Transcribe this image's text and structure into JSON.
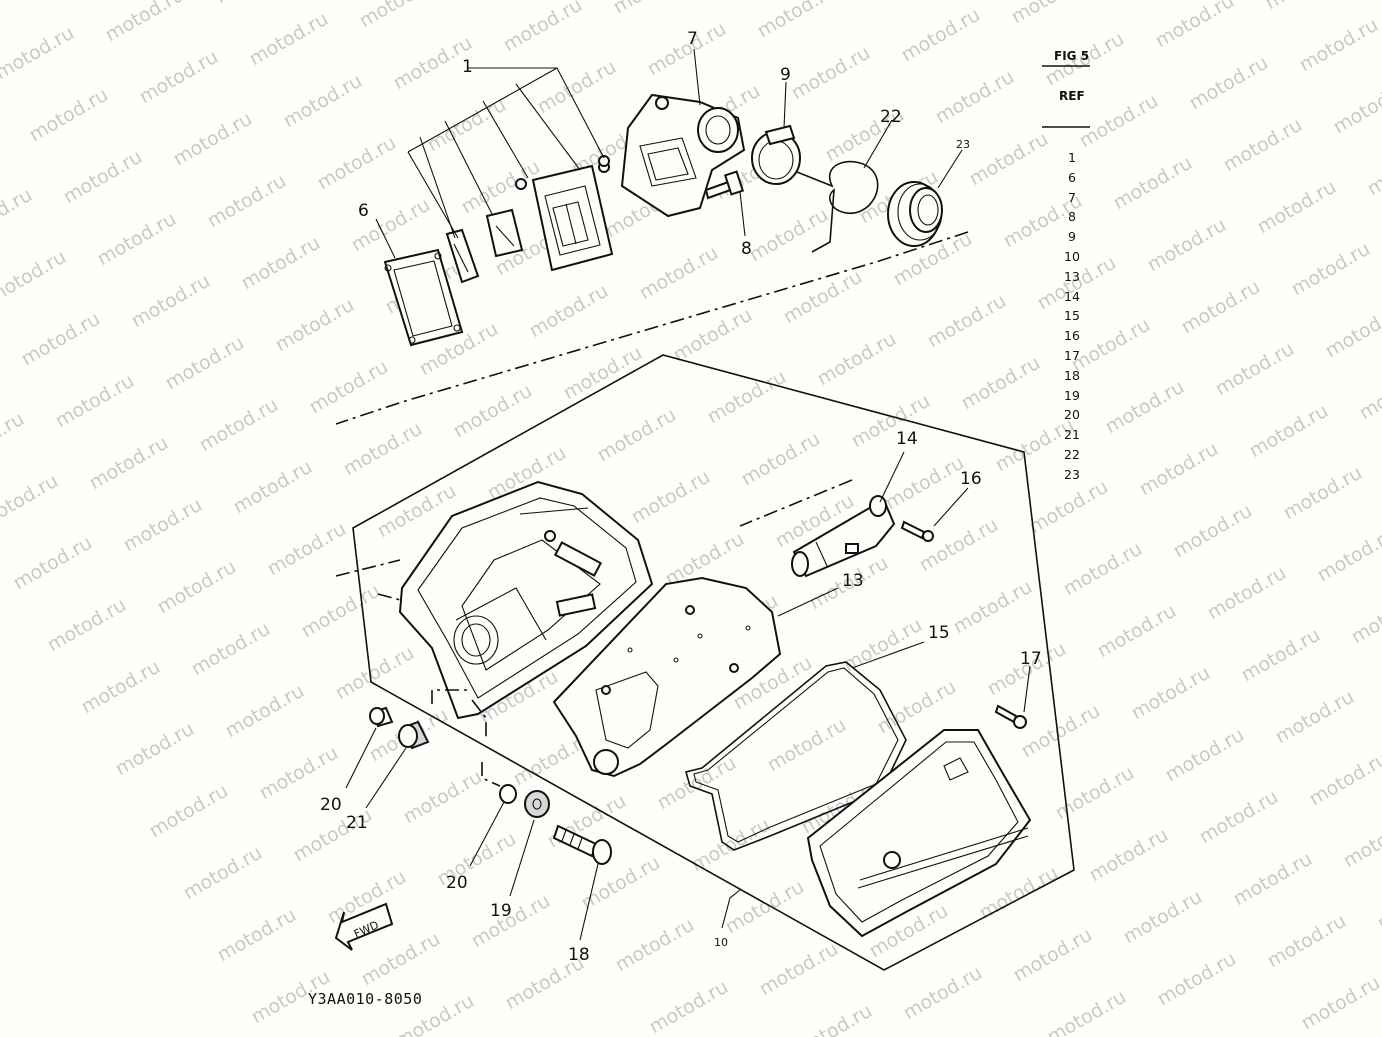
{
  "figure": {
    "fig_label": "FIG 5",
    "ref_label": "REF",
    "ref_numbers": [
      "1",
      "6",
      "7",
      "8",
      "9",
      "10",
      "13",
      "14",
      "15",
      "16",
      "17",
      "18",
      "19",
      "20",
      "21",
      "22",
      "23"
    ],
    "drawing_code": "Y3AA010-8050",
    "watermark": "motod.ru",
    "fwd_label": "FWD"
  },
  "callouts": {
    "c1": "1",
    "c6": "6",
    "c7": "7",
    "c8": "8",
    "c9": "9",
    "c22": "22",
    "c23": "23",
    "c14": "14",
    "c16": "16",
    "c13": "13",
    "c15": "15",
    "c17": "17",
    "c20a": "20",
    "c21": "21",
    "c20b": "20",
    "c19": "19",
    "c18": "18",
    "c10": "10"
  }
}
